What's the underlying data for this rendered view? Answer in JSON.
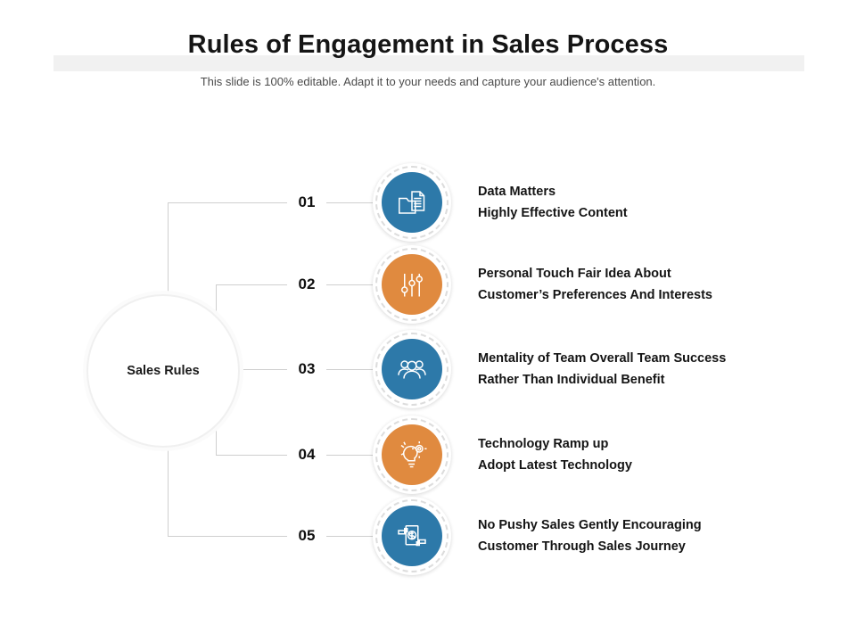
{
  "header": {
    "title": "Rules of Engagement in Sales Process",
    "subtitle": "This slide is 100% editable. Adapt it to your needs and capture your audience's attention."
  },
  "hub": {
    "label": "Sales Rules"
  },
  "colors": {
    "blue": "#2d79a9",
    "orange": "#e08a3f",
    "band": "#f1f1f1",
    "connector": "#cfcfcf",
    "text": "#141414"
  },
  "items": [
    {
      "number": "01",
      "icon": "folder-document-icon",
      "color": "#2d79a9",
      "line1": "Data Matters",
      "line2": "Highly Effective Content"
    },
    {
      "number": "02",
      "icon": "sliders-settings-icon",
      "color": "#e08a3f",
      "line1": "Personal Touch Fair Idea About",
      "line2": "Customer’s Preferences And Interests"
    },
    {
      "number": "03",
      "icon": "team-group-icon",
      "color": "#2d79a9",
      "line1": "Mentality of Team Overall Team Success",
      "line2": "Rather Than Individual Benefit"
    },
    {
      "number": "04",
      "icon": "lightbulb-gear-icon",
      "color": "#e08a3f",
      "line1": "Technology Ramp up",
      "line2": "Adopt Latest Technology"
    },
    {
      "number": "05",
      "icon": "money-exchange-hands-icon",
      "color": "#2d79a9",
      "line1": "No Pushy Sales Gently Encouraging",
      "line2": "Customer Through Sales Journey"
    }
  ]
}
